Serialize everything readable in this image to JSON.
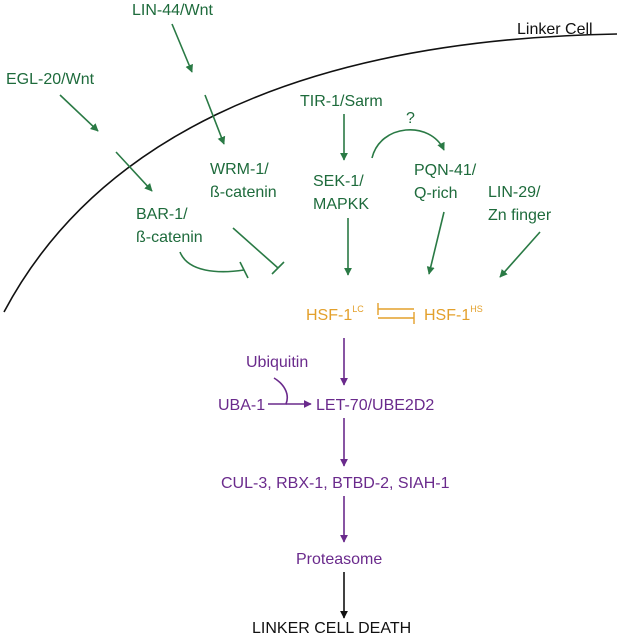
{
  "colors": {
    "green": "#1e6b3c",
    "orange": "#e3a02b",
    "purple": "#6a2a8c",
    "black": "#111111"
  },
  "cell": {
    "label": "Linker Cell"
  },
  "wnt_signals": {
    "egl20": "EGL-20/Wnt",
    "lin44": "LIN-44/Wnt"
  },
  "intracellular": {
    "wrm1_line1": "WRM-1/",
    "wrm1_line2": "ß-catenin",
    "bar1_line1": "BAR-1/",
    "bar1_line2": "ß-catenin",
    "tir1": "TIR-1/Sarm",
    "sek1_line1": "SEK-1/",
    "sek1_line2": "MAPKK",
    "question": "?",
    "pqn41_line1": "PQN-41/",
    "pqn41_line2": "Q-rich",
    "lin29_line1": "LIN-29/",
    "lin29_line2": "Zn finger"
  },
  "hsf": {
    "lc_base": "HSF-1",
    "lc_sup": "LC",
    "hs_base": "HSF-1",
    "hs_sup": "HS"
  },
  "ubiquitin_pathway": {
    "ubiquitin": "Ubiquitin",
    "uba1": "UBA-1",
    "let70": "LET-70/UBE2D2",
    "complex": "CUL-3, RBX-1, BTBD-2, SIAH-1",
    "proteasome": "Proteasome"
  },
  "outcome": {
    "label": "LINKER CELL DEATH"
  }
}
